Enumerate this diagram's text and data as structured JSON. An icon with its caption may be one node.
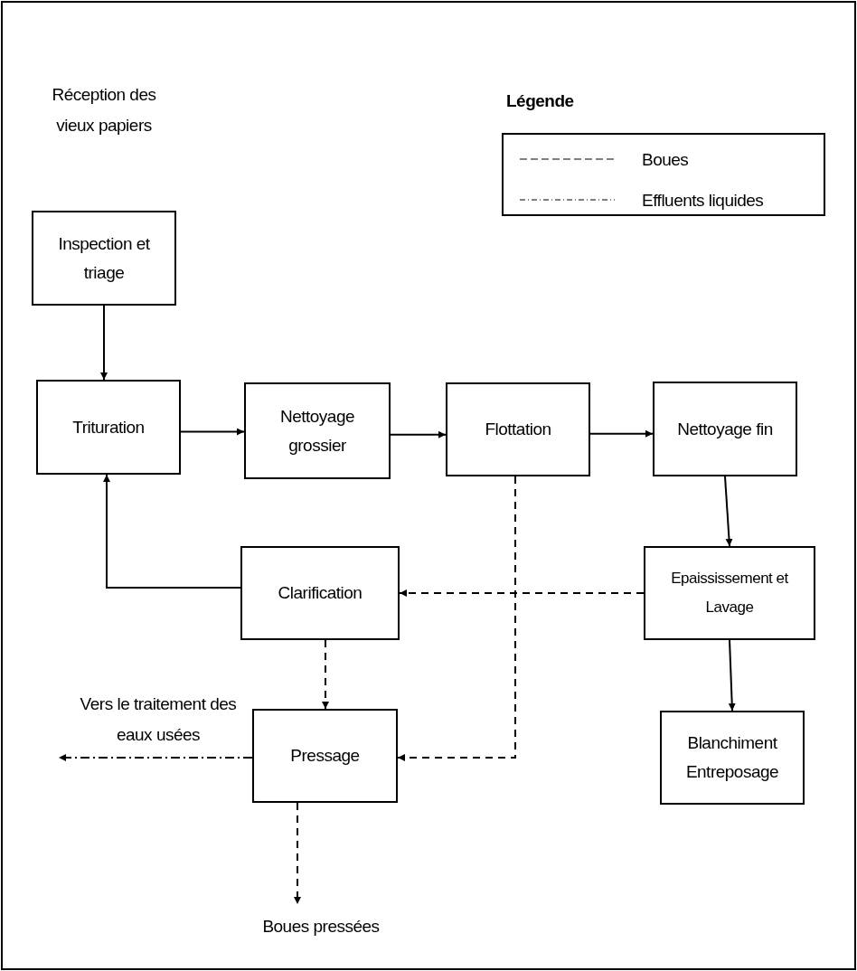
{
  "diagram": {
    "nodes": [
      {
        "text": [
          "Inspection et triage"
        ]
      },
      {
        "text": [
          "Trituration"
        ]
      },
      {
        "text": [
          "Nettoyage grossier"
        ]
      },
      {
        "text": [
          "Flottation"
        ]
      },
      {
        "text": [
          "Nettoyage fin"
        ]
      },
      {
        "text": [
          "Clarification"
        ]
      },
      {
        "text": [
          "Epaississement et Lavage"
        ]
      },
      {
        "text": [
          "Pressage"
        ]
      },
      {
        "text": [
          "Blanchiment Entreposage"
        ]
      },
      {
        "text": [
          "Boues pressées"
        ]
      }
    ],
    "edges": [
      {
        "from": 0,
        "to": 1,
        "arrow": "to"
      },
      {
        "from": 1,
        "to": 2,
        "arrow": "to"
      },
      {
        "from": 2,
        "to": 3,
        "arrow": "to"
      },
      {
        "from": 3,
        "to": 4,
        "arrow": "to"
      },
      {
        "from": 4,
        "to": 6,
        "arrow": "to"
      },
      {
        "from": 6,
        "to": 8,
        "arrow": "to"
      },
      {
        "from": 5,
        "to": 1,
        "arrow": "to"
      },
      {
        "from": 6,
        "to": 5,
        "arrow": "to",
        "style": "dashed"
      },
      {
        "from": 5,
        "to": 7,
        "arrow": "to",
        "style": "dashed"
      },
      {
        "from": 3,
        "to": 7,
        "arrow": "to",
        "style": "dashed"
      },
      {
        "from": 7,
        "to": null,
        "arrow": "to",
        "style": "dashed"
      },
      {
        "from": 7,
        "to": 9,
        "arrow": "to",
        "style": "dashed"
      }
    ],
    "labels": [
      "Légende",
      "Réception des vieux papiers",
      "Vers le traitement des eaux usées"
    ],
    "legend": [
      {
        "text": "Boues"
      },
      {
        "text": "Effluents liquides"
      }
    ]
  }
}
